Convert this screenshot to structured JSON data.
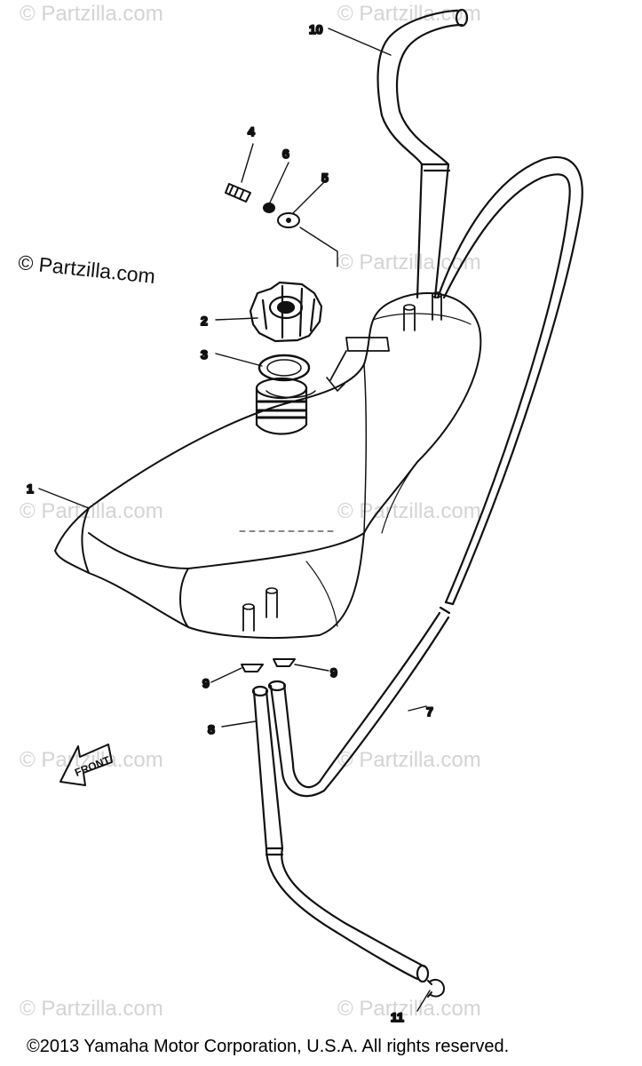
{
  "watermark": "© Partzilla.com",
  "copyright": "©2013  Yamaha Motor Corporation, U.S.A. All rights reserved.",
  "callouts": {
    "c1": "1",
    "c2": "2",
    "c3": "3",
    "c4": "4",
    "c5": "5",
    "c6": "6",
    "c7": "7",
    "c8": "8",
    "c9": "9",
    "c9b": "9",
    "c10": "10",
    "c11": "11"
  },
  "colors": {
    "line": "#111111",
    "watermark": "#d4d4d4"
  }
}
